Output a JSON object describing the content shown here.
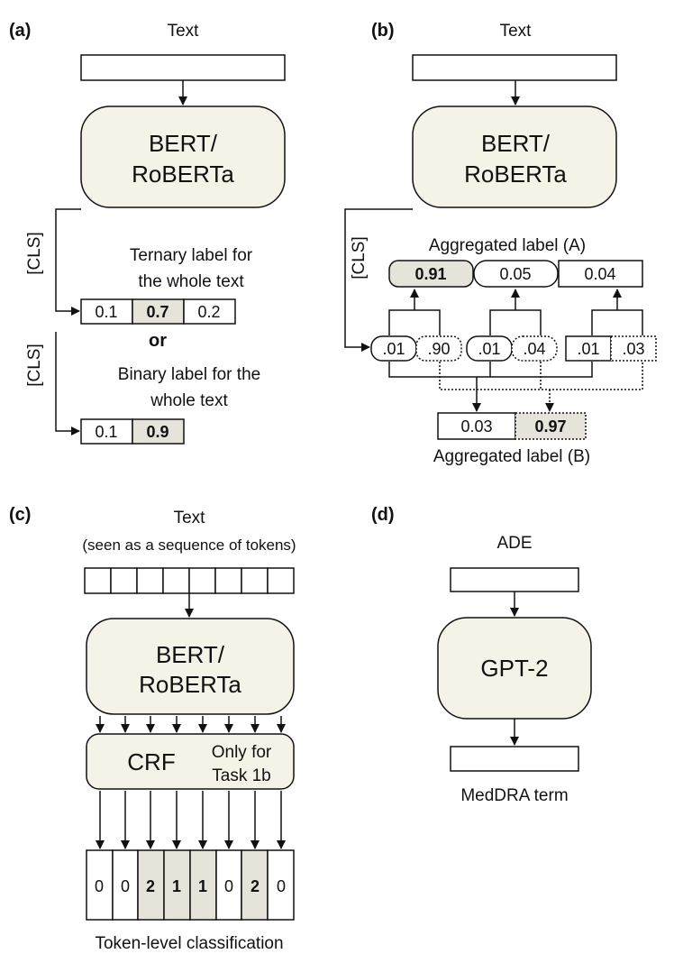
{
  "panel_a": {
    "label": "(a)",
    "input_caption": "Text",
    "model_line1": "BERT/",
    "model_line2": "RoBERTa",
    "cls_tag_top": "[CLS]",
    "cls_tag_bottom": "[CLS]",
    "ternary_caption_line1": "Ternary label for",
    "ternary_caption_line2": "the whole text",
    "ternary_values": [
      "0.1",
      "0.7",
      "0.2"
    ],
    "or_text": "or",
    "binary_caption_line1": "Binary label for the",
    "binary_caption_line2": "whole text",
    "binary_values": [
      "0.1",
      "0.9"
    ]
  },
  "panel_b": {
    "label": "(b)",
    "input_caption": "Text",
    "model_line1": "BERT/",
    "model_line2": "RoBERTa",
    "cls_tag": "[CLS]",
    "agg_a_caption": "Aggregated label (A)",
    "agg_a_values": [
      "0.91",
      "0.05",
      "0.04"
    ],
    "pair_values": [
      ".01",
      ".90",
      ".01",
      ".04",
      ".01",
      ".03"
    ],
    "agg_b_values": [
      "0.03",
      "0.97"
    ],
    "agg_b_caption": "Aggregated label (B)"
  },
  "panel_c": {
    "label": "(c)",
    "input_caption": "Text",
    "input_subcaption": "(seen as a sequence of tokens)",
    "model_line1": "BERT/",
    "model_line2": "RoBERTa",
    "crf_label": "CRF",
    "crf_note_line1": "Only for",
    "crf_note_line2": "Task 1b",
    "token_labels": [
      "0",
      "0",
      "2",
      "1",
      "1",
      "0",
      "2",
      "0"
    ],
    "output_caption": "Token-level classification"
  },
  "panel_d": {
    "label": "(d)",
    "input_caption": "ADE",
    "model_label": "GPT-2",
    "output_caption": "MedDRA term"
  }
}
